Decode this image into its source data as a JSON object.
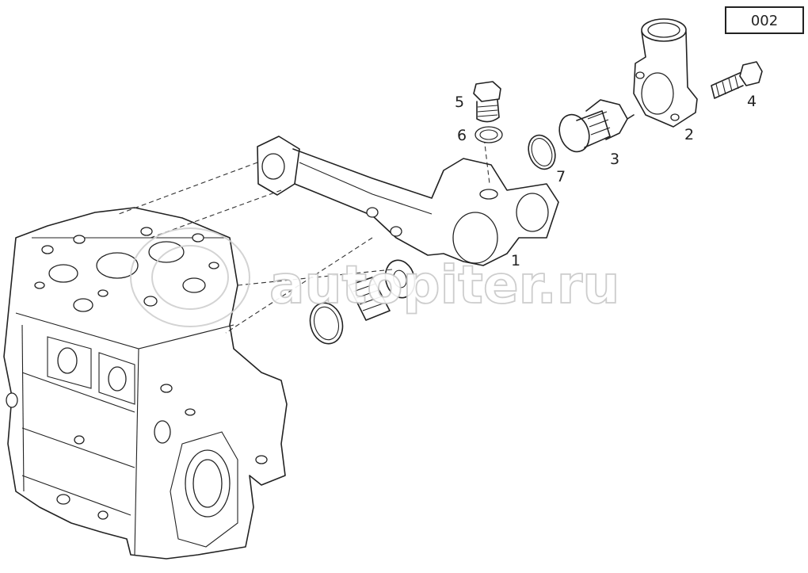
{
  "sheet_number": "002",
  "watermark": "autopiter.ru",
  "callouts": [
    {
      "id": "1",
      "label": "1",
      "part": "thermostat-housing-pipe"
    },
    {
      "id": "2",
      "label": "2",
      "part": "outlet-elbow"
    },
    {
      "id": "3",
      "label": "3",
      "part": "thermostat"
    },
    {
      "id": "4",
      "label": "4",
      "part": "bolt"
    },
    {
      "id": "5",
      "label": "5",
      "part": "plug"
    },
    {
      "id": "6",
      "label": "6",
      "part": "seal-ring"
    },
    {
      "id": "7",
      "label": "7",
      "part": "o-ring"
    }
  ],
  "colors": {
    "line": "#222222",
    "watermark": "#c8c8c8",
    "background": "#ffffff"
  }
}
